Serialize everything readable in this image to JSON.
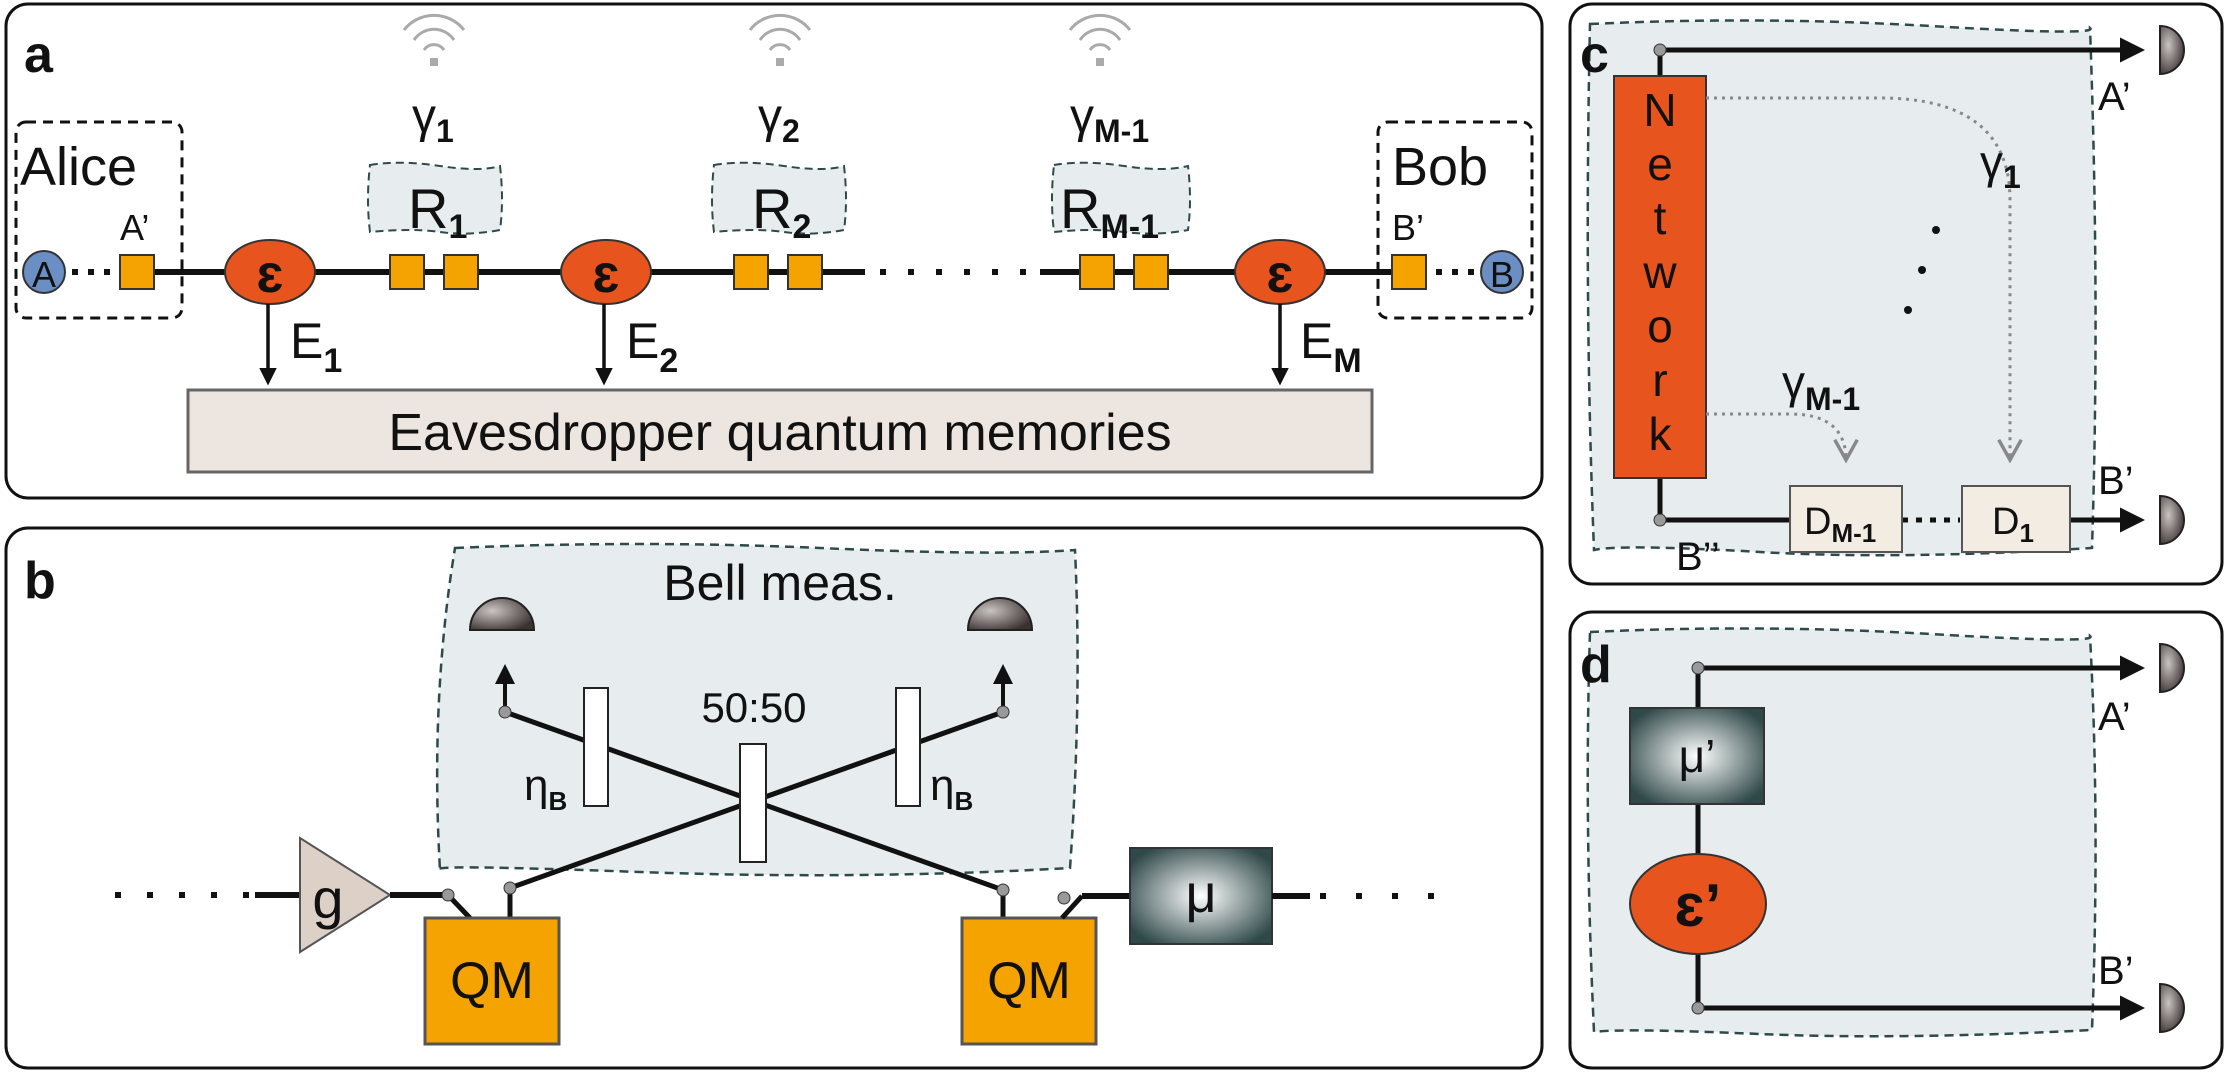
{
  "panels": {
    "a": {
      "label": "a",
      "alice": "Alice",
      "bob": "Bob",
      "node_a": "A",
      "node_b": "B",
      "a_prime": "A’",
      "b_prime": "B’",
      "channel": "ɛ",
      "gamma": "γ",
      "sub_1": "1",
      "sub_2": "2",
      "sub_m1": "M-1",
      "sub_m": "M",
      "repeater": "R",
      "eve_output": "E",
      "eve_box": "Eavesdropper quantum memories"
    },
    "b": {
      "label": "b",
      "bell": "Bell meas.",
      "splitter": "50:50",
      "eta": "η",
      "eta_sub": "B",
      "gain": "g",
      "qm": "QM",
      "mu": "μ"
    },
    "c": {
      "label": "c",
      "network": [
        "N",
        "e",
        "t",
        "w",
        "o",
        "r",
        "k"
      ],
      "a_prime": "A’",
      "b_prime": "B’",
      "b_dprime": "B’’",
      "gamma": "γ",
      "sub_1": "1",
      "sub_m1": "M-1",
      "detector": "D"
    },
    "d": {
      "label": "d",
      "mu_prime": "μ’",
      "eps_prime": "ɛ’",
      "a_prime": "A’",
      "b_prime": "B’"
    }
  },
  "colors": {
    "orange": "#e8541e",
    "amber": "#f4a300",
    "blue": "#6b8fc4",
    "panel_fill": "#e7ecee",
    "eve_fill": "#ede6e0",
    "dashed_edge": "#2e4a4a",
    "mu_dark": "#2f4848"
  }
}
